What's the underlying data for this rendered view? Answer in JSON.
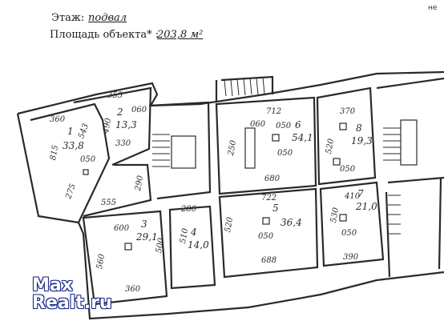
{
  "header": {
    "floor_label": "Этаж:",
    "floor_value": "подвал",
    "area_label": "Площадь объекта* :",
    "area_value": "203,8 м²"
  },
  "corner_text": "не",
  "watermark": {
    "line1": "Max",
    "line2": "Realt.ru"
  },
  "rooms": [
    {
      "number": "1",
      "area": "33,8",
      "dims": [
        "360",
        "543",
        "815",
        "275",
        "555",
        "050"
      ]
    },
    {
      "number": "2",
      "area": "13,3",
      "dims": [
        "355",
        "490",
        "060",
        "330"
      ]
    },
    {
      "number": "3",
      "area": "29,1",
      "dims": [
        "600",
        "560",
        "500",
        "360"
      ]
    },
    {
      "number": "4",
      "area": "14,0",
      "dims": [
        "280",
        "510"
      ]
    },
    {
      "number": "5",
      "area": "36,4",
      "dims": [
        "722",
        "520",
        "050",
        "688"
      ]
    },
    {
      "number": "6",
      "area": "54,1",
      "dims": [
        "712",
        "060",
        "050",
        "250",
        "680",
        "050"
      ]
    },
    {
      "number": "7",
      "area": "21,0",
      "dims": [
        "410",
        "530",
        "050",
        "390"
      ]
    },
    {
      "number": "8",
      "area": "19,3",
      "dims": [
        "370",
        "520",
        "050"
      ]
    }
  ],
  "misc_dims": [
    "290"
  ],
  "colors": {
    "line": "#2a2a2a",
    "watermark": "#1d2f8a"
  }
}
